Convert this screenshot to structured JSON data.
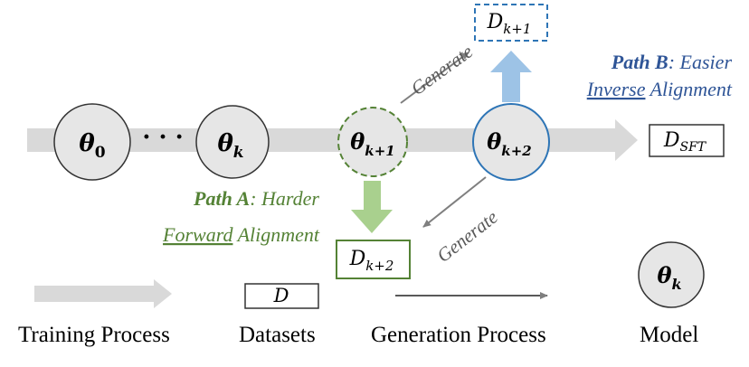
{
  "nodes": {
    "theta0": {
      "base": "θ",
      "sub": "0"
    },
    "thetak": {
      "base": "θ",
      "sub": "k"
    },
    "thetak1": {
      "base": "θ",
      "sub": "k+1"
    },
    "thetak2": {
      "base": "θ",
      "sub": "k+2"
    },
    "ellipsis": "· · ·"
  },
  "datasets": {
    "dk1": {
      "base": "D",
      "sub": "k+1"
    },
    "dk2": {
      "base": "D",
      "sub": "k+2"
    },
    "dsft": {
      "base": "D",
      "sub": "SFT"
    }
  },
  "labels": {
    "generate_top": "Generate",
    "generate_bottom": "Generate",
    "path_b": {
      "bold": "Path B",
      "rest": ": Easier",
      "line2_underlined": "Inverse",
      "line2_rest": " Alignment"
    },
    "path_a": {
      "bold": "Path A",
      "rest": ": Harder",
      "line2_underlined": "Forward",
      "line2_rest": " Alignment"
    }
  },
  "legend": {
    "training": "Training Process",
    "datasets": "Datasets",
    "datasets_symbol": "D",
    "generation": "Generation Process",
    "model": "Model",
    "model_symbol": {
      "base": "θ",
      "sub": "k"
    }
  },
  "colors": {
    "training_arrow": "#d9d9d9",
    "node_fill": "#e6e6e6",
    "green": "#548235",
    "green_arrow": "#a9d08e",
    "blue": "#2e75b6",
    "blue_path_text": "#2f5597",
    "blue_arrow": "#9dc3e6",
    "gen_arrow": "#7f7f7f"
  }
}
